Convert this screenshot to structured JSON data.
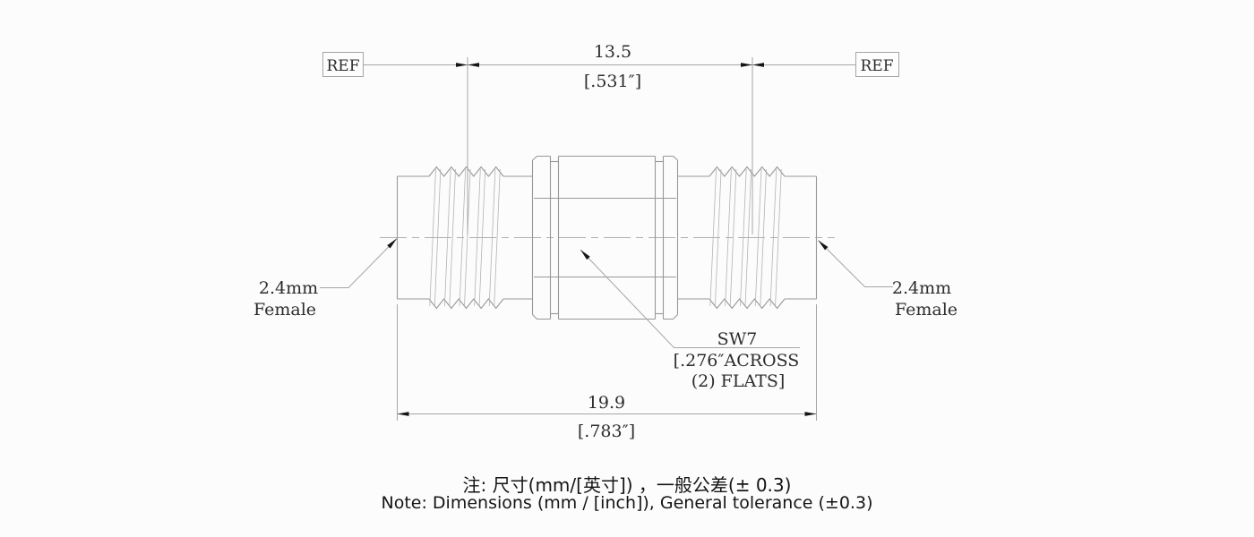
{
  "colors": {
    "background": "#fcfcfc",
    "drawing_line": "#989898",
    "dimension_line": "#a6a6a6",
    "cad_text": "#2d2d2d",
    "arrow": "#151515",
    "note_text": "#151515"
  },
  "labels": {
    "ref_left": "REF",
    "ref_right": "REF",
    "left_connector": {
      "line1": "2.4mm",
      "line2": "Female"
    },
    "right_connector": {
      "line1": "2.4mm",
      "line2": "Female"
    }
  },
  "dimensions": {
    "top": {
      "value_mm": "13.5",
      "value_inch": "[.531″]"
    },
    "overall": {
      "value_mm": "19.9",
      "value_inch": "[.783″]"
    },
    "hex": {
      "line1": "SW7",
      "line2": "[.276″ACROSS",
      "line3": "(2) FLATS]"
    }
  },
  "notes": {
    "chinese": "注: 尺寸(mm/[英寸]) ，一般公差(± 0.3)",
    "english": "Note: Dimensions (mm / [inch]), General tolerance (±0.3)"
  }
}
